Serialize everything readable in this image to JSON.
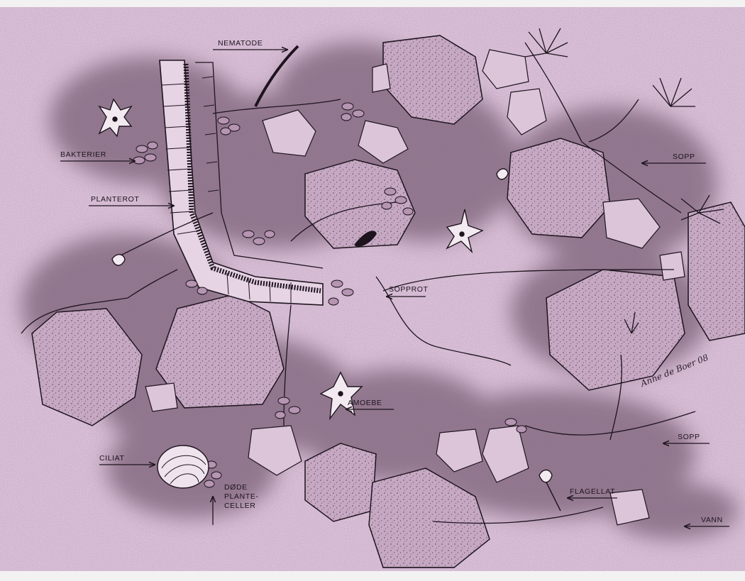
{
  "diagram": {
    "labels": {
      "nematode": "NEMATODE",
      "bakterier": "BAKTERIER",
      "planterot": "PLANTEROT",
      "sopp_top": "SOPP",
      "sopprot": "SOPPROT",
      "amoebe": "AMOEBE",
      "ciliat": "CILIAT",
      "dode_line1": "DØDE",
      "dode_line2": "PLANTE-",
      "dode_line3": "CELLER",
      "sopp_bottom": "SOPP",
      "flagellat": "FLAGELLAT",
      "vann": "VANN"
    },
    "signature": "Anne de Boer 08",
    "colors": {
      "background": "#d9bfd7",
      "ink": "#1e141e",
      "shade": "#7d6479",
      "rock_fill": "#c9aac6"
    }
  }
}
